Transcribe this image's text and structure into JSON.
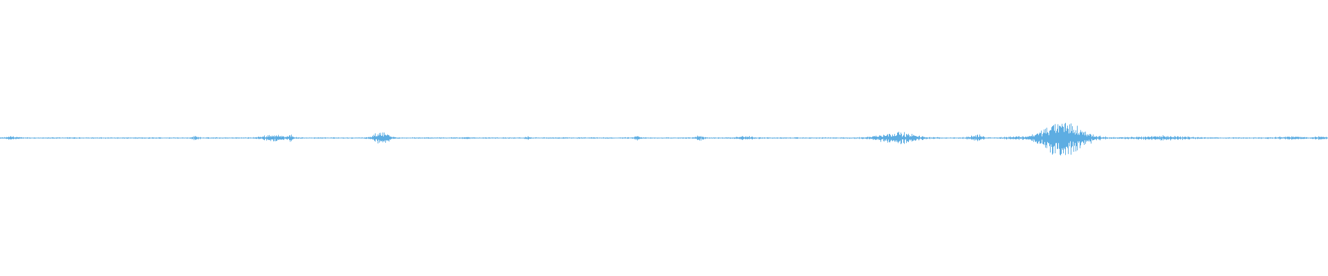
{
  "waveform": {
    "color": "#5DADE2",
    "background": "#FFFFFF",
    "duration_fraction_bursts": [
      {
        "center": 0.009,
        "amplitude": 0.004,
        "spread": 0.006
      },
      {
        "center": 0.147,
        "amplitude": 0.004,
        "spread": 0.005
      },
      {
        "center": 0.205,
        "amplitude": 0.009,
        "spread": 0.012
      },
      {
        "center": 0.218,
        "amplitude": 0.01,
        "spread": 0.004
      },
      {
        "center": 0.287,
        "amplitude": 0.02,
        "spread": 0.008
      },
      {
        "center": 0.35,
        "amplitude": 0.003,
        "spread": 0.004
      },
      {
        "center": 0.397,
        "amplitude": 0.004,
        "spread": 0.002
      },
      {
        "center": 0.48,
        "amplitude": 0.005,
        "spread": 0.003
      },
      {
        "center": 0.527,
        "amplitude": 0.006,
        "spread": 0.005
      },
      {
        "center": 0.56,
        "amplitude": 0.004,
        "spread": 0.012
      },
      {
        "center": 0.675,
        "amplitude": 0.016,
        "spread": 0.022
      },
      {
        "center": 0.735,
        "amplitude": 0.008,
        "spread": 0.008
      },
      {
        "center": 0.762,
        "amplitude": 0.003,
        "spread": 0.01
      },
      {
        "center": 0.8,
        "amplitude": 0.05,
        "spread": 0.025
      },
      {
        "center": 0.875,
        "amplitude": 0.005,
        "spread": 0.03
      },
      {
        "center": 0.97,
        "amplitude": 0.003,
        "spread": 0.02
      },
      {
        "center": 0.995,
        "amplitude": 0.003,
        "spread": 0.008
      }
    ],
    "baseline_amplitude": 0.002
  }
}
